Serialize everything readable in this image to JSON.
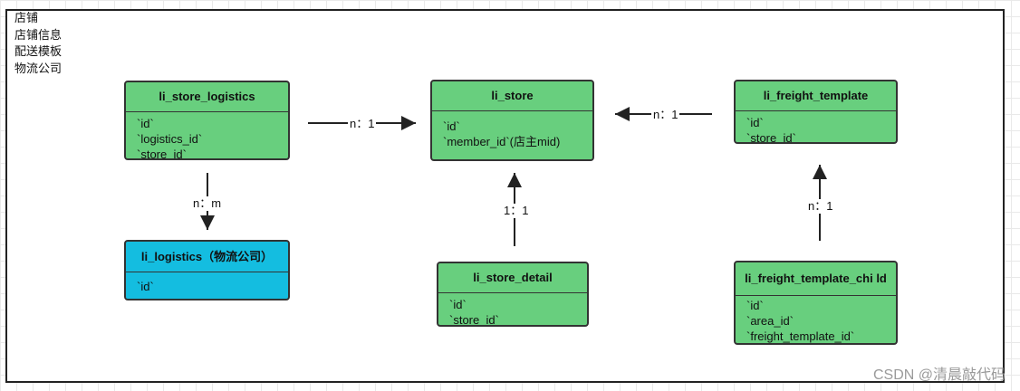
{
  "notes": [
    "店铺",
    "店铺信息",
    "配送模板",
    "物流公司"
  ],
  "entities": {
    "li_store_logistics": {
      "title": "li_store_logistics",
      "fields": [
        "`id`",
        "`logistics_id`",
        "`store_id`"
      ]
    },
    "li_store": {
      "title": "li_store",
      "fields": [
        "`id`",
        "`member_id`(店主mid)"
      ]
    },
    "li_freight_template": {
      "title": "li_freight_template",
      "fields": [
        "`id`",
        "`store_id`"
      ]
    },
    "li_logistics": {
      "title": "li_logistics（物流公司）",
      "fields": [
        "`id`"
      ]
    },
    "li_store_detail": {
      "title": "li_store_detail",
      "fields": [
        "`id`",
        "`store_id`"
      ]
    },
    "li_freight_template_child": {
      "title": "li_freight_template_chi ld",
      "fields": [
        "`id`",
        "`area_id`",
        "`freight_template_id`"
      ]
    }
  },
  "relations": {
    "logistics_to_store": "n：1",
    "freight_to_store": "n：1",
    "logistics_to_li_logistics": "n：m",
    "detail_to_store": "1：1",
    "child_to_freight": "n：1"
  },
  "colors": {
    "entity_green": "#68cf7e",
    "entity_blue": "#14bde0"
  },
  "watermark": "CSDN @清晨敲代码"
}
